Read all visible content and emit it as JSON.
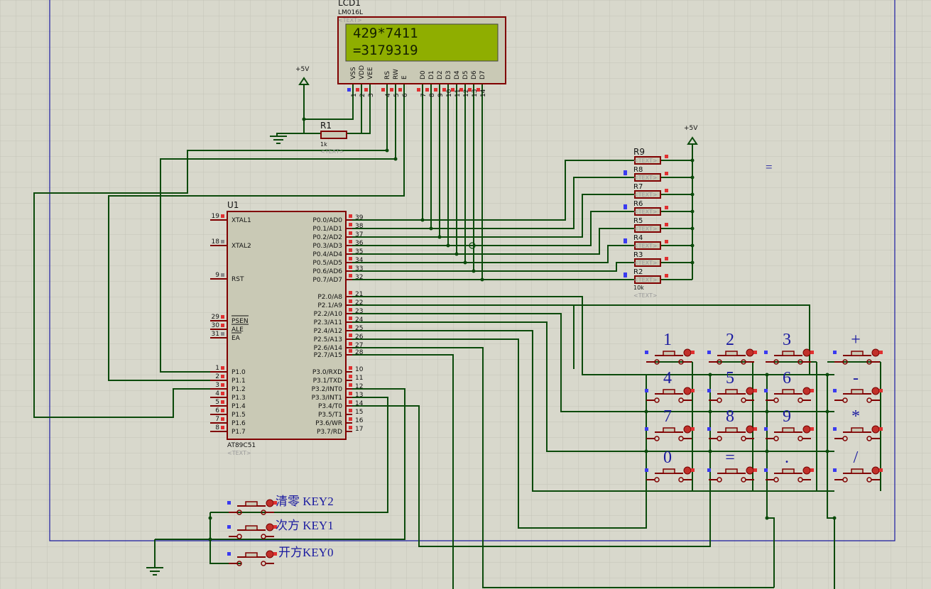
{
  "lcd": {
    "ref": "LCD1",
    "model": "LM016L",
    "text_tag": "<TEXT>",
    "line1": "429*7411",
    "line2": "=3179319",
    "pins": [
      "VSS",
      "VDD",
      "VEE",
      "RS",
      "RW",
      "E",
      "D0",
      "D1",
      "D2",
      "D3",
      "D4",
      "D5",
      "D6",
      "D7"
    ],
    "pin_numbers": [
      "1",
      "2",
      "3",
      "4",
      "5",
      "6",
      "7",
      "8",
      "9",
      "10",
      "11",
      "12",
      "13",
      "14"
    ]
  },
  "power": {
    "label": "+5V"
  },
  "r1": {
    "ref": "R1",
    "value": "1k",
    "text_tag": "<TEXT>"
  },
  "rpack": {
    "refs": [
      "R9",
      "R8",
      "R7",
      "R6",
      "R5",
      "R4",
      "R3",
      "R2"
    ],
    "value": "10k",
    "text_tag": "<TEXT>"
  },
  "mcu": {
    "ref": "U1",
    "model": "AT89C51",
    "text_tag": "<TEXT>",
    "left_pins": [
      {
        "num": "19",
        "name": "XTAL1"
      },
      {
        "num": "18",
        "name": "XTAL2"
      },
      {
        "num": "9",
        "name": "RST"
      },
      {
        "num": "29",
        "name": "PSEN"
      },
      {
        "num": "30",
        "name": "ALE"
      },
      {
        "num": "31",
        "name": "EA"
      },
      {
        "num": "1",
        "name": "P1.0"
      },
      {
        "num": "2",
        "name": "P1.1"
      },
      {
        "num": "3",
        "name": "P1.2"
      },
      {
        "num": "4",
        "name": "P1.3"
      },
      {
        "num": "5",
        "name": "P1.4"
      },
      {
        "num": "6",
        "name": "P1.5"
      },
      {
        "num": "7",
        "name": "P1.6"
      },
      {
        "num": "8",
        "name": "P1.7"
      }
    ],
    "right_pins": [
      {
        "num": "39",
        "name": "P0.0/AD0"
      },
      {
        "num": "38",
        "name": "P0.1/AD1"
      },
      {
        "num": "37",
        "name": "P0.2/AD2"
      },
      {
        "num": "36",
        "name": "P0.3/AD3"
      },
      {
        "num": "35",
        "name": "P0.4/AD4"
      },
      {
        "num": "34",
        "name": "P0.5/AD5"
      },
      {
        "num": "33",
        "name": "P0.6/AD6"
      },
      {
        "num": "32",
        "name": "P0.7/AD7"
      },
      {
        "num": "21",
        "name": "P2.0/A8"
      },
      {
        "num": "22",
        "name": "P2.1/A9"
      },
      {
        "num": "23",
        "name": "P2.2/A10"
      },
      {
        "num": "24",
        "name": "P2.3/A11"
      },
      {
        "num": "25",
        "name": "P2.4/A12"
      },
      {
        "num": "26",
        "name": "P2.5/A13"
      },
      {
        "num": "27",
        "name": "P2.6/A14"
      },
      {
        "num": "28",
        "name": "P2.7/A15"
      },
      {
        "num": "10",
        "name": "P3.0/RXD"
      },
      {
        "num": "11",
        "name": "P3.1/TXD"
      },
      {
        "num": "12",
        "name": "P3.2/INT0"
      },
      {
        "num": "13",
        "name": "P3.3/INT1"
      },
      {
        "num": "14",
        "name": "P3.4/T0"
      },
      {
        "num": "15",
        "name": "P3.5/T1"
      },
      {
        "num": "16",
        "name": "P3.6/WR"
      },
      {
        "num": "17",
        "name": "P3.7/RD"
      }
    ]
  },
  "keypad": {
    "labels": [
      "1",
      "2",
      "3",
      "+",
      "4",
      "5",
      "6",
      "-",
      "7",
      "8",
      "9",
      "*",
      "0",
      "=",
      ".",
      "/"
    ]
  },
  "side_keys": [
    "清零 KEY2",
    "次方 KEY1",
    "开方KEY0"
  ],
  "floating_label": "=",
  "colors": {
    "background": "#d8d8cc",
    "lcd_screen": "#8fae00",
    "wire": "#0b4a0b",
    "part_outline": "#800000",
    "label_blue": "#1a1aa0",
    "sheet_border": "#1a1aa0"
  }
}
